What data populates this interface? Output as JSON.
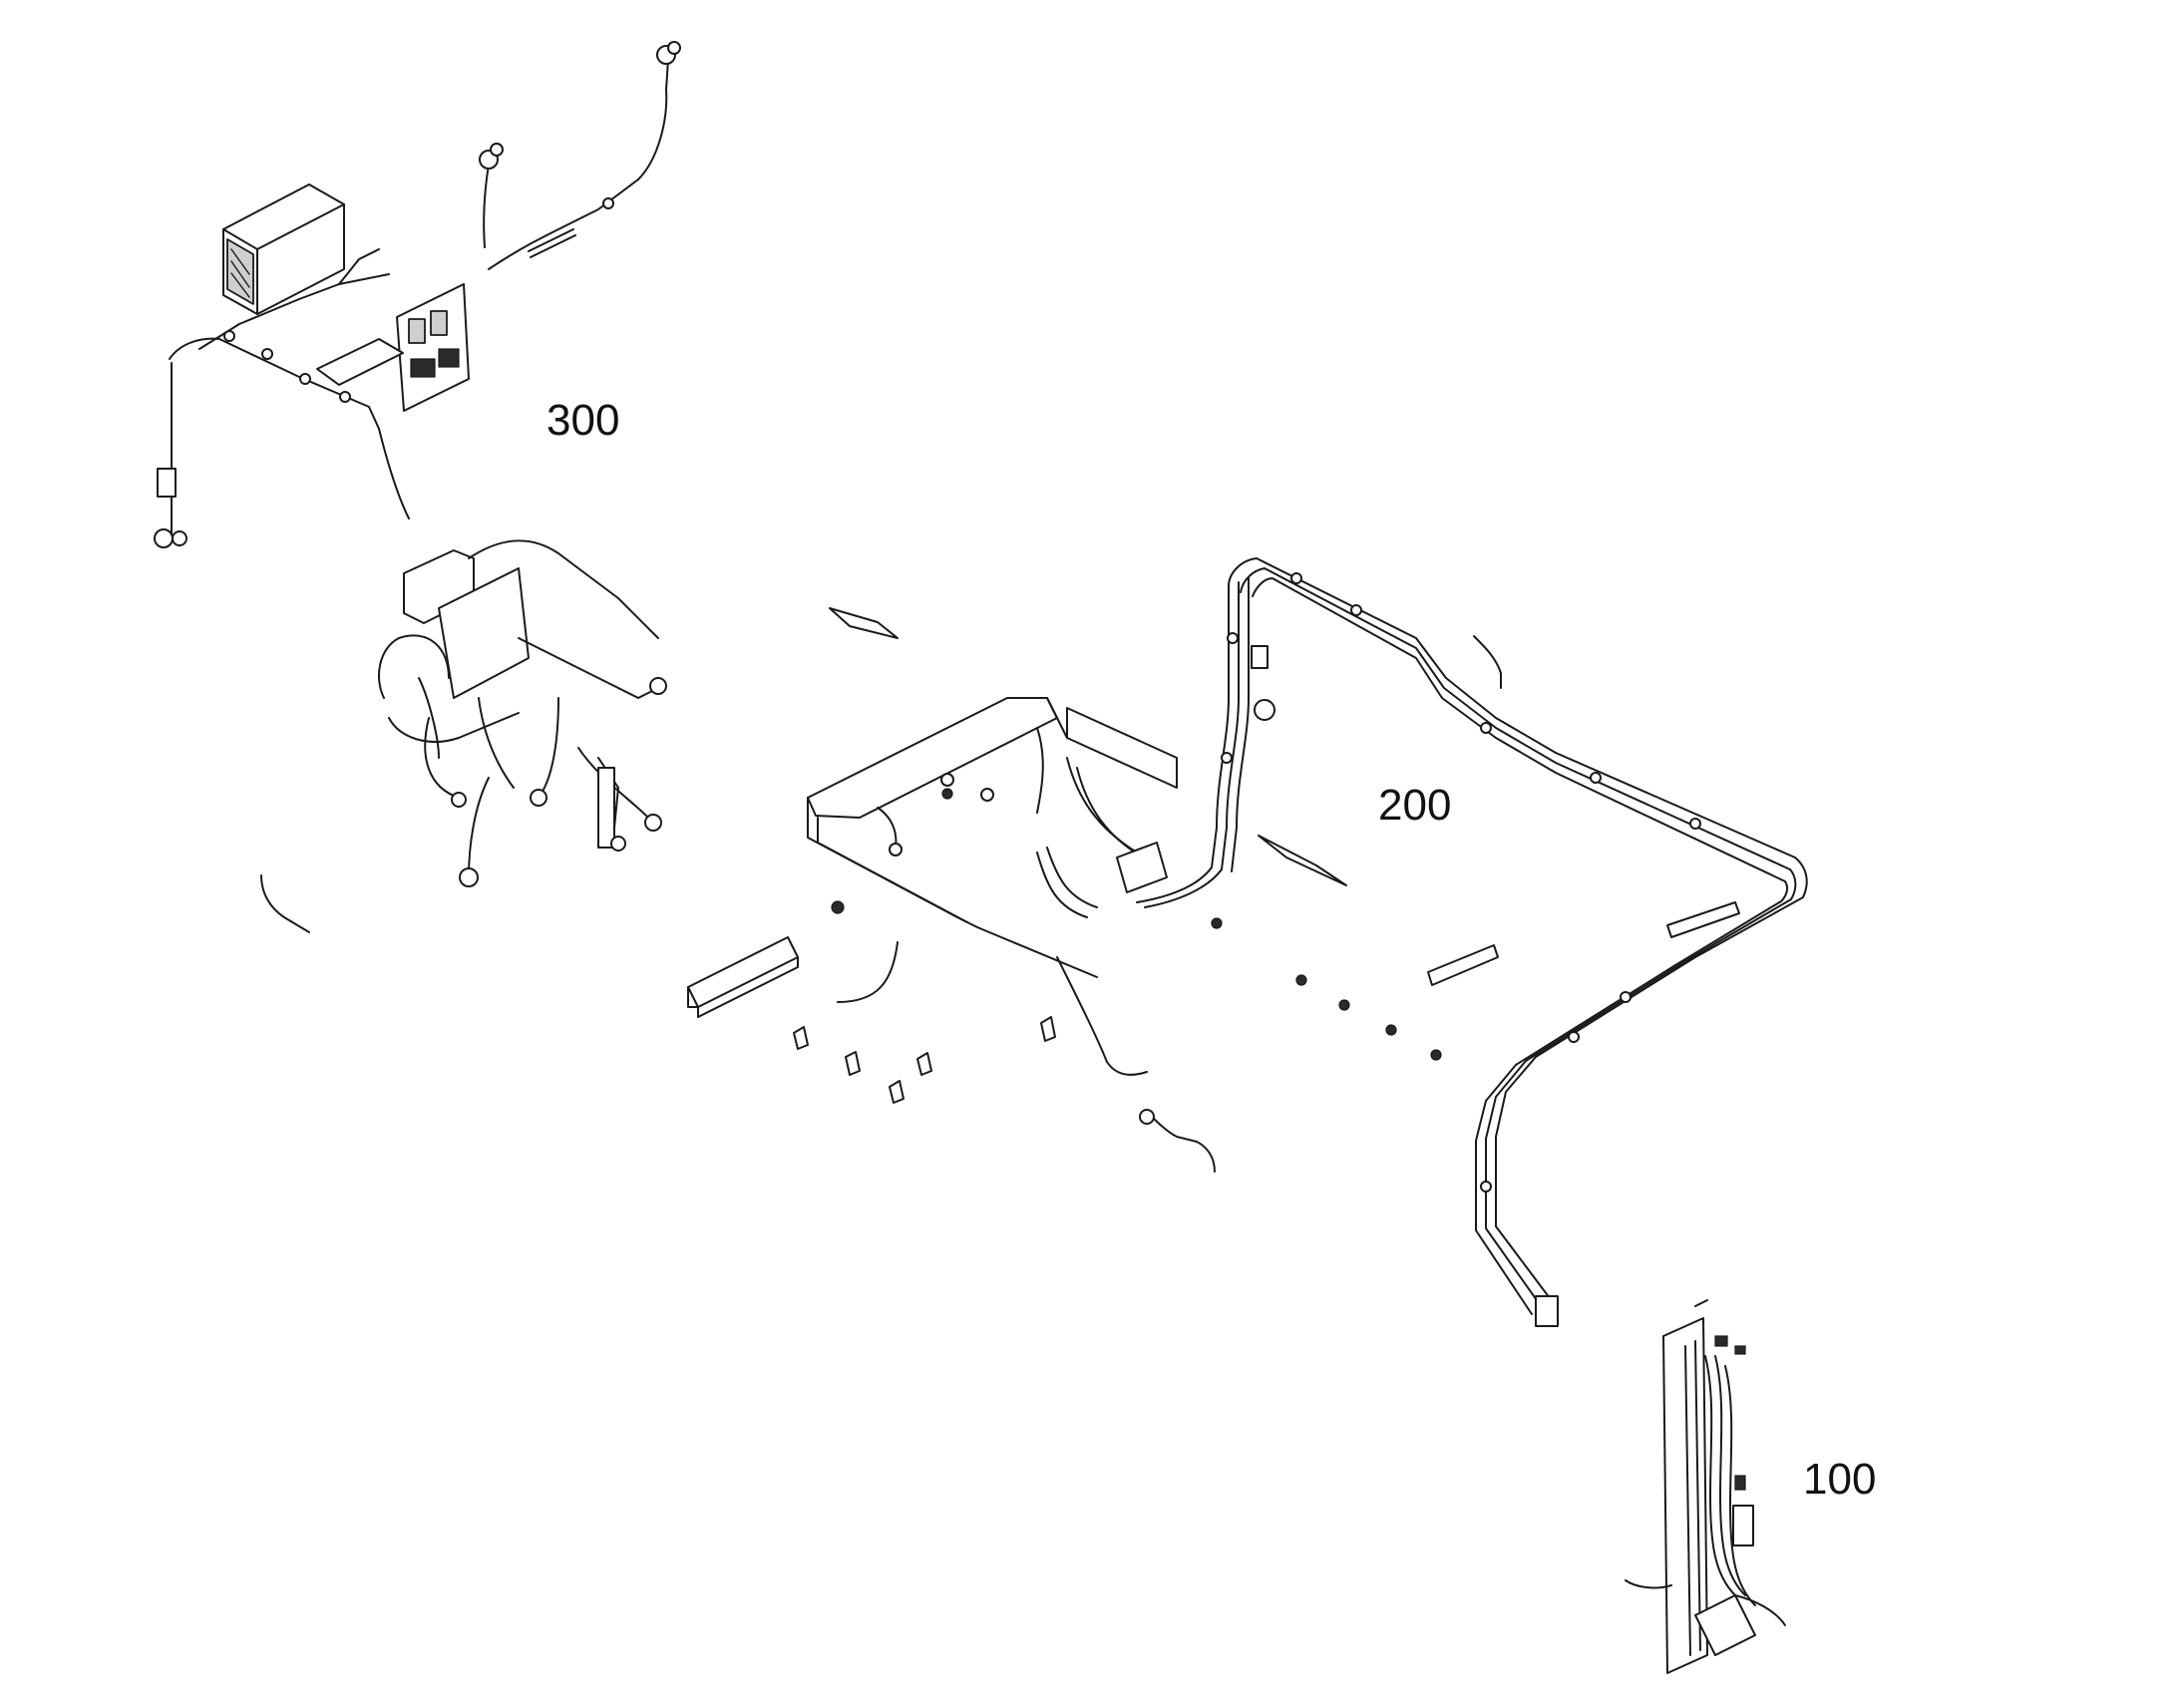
{
  "figure": {
    "labels": {
      "assembly_300": "300",
      "assembly_200": "200",
      "assembly_100": "100"
    }
  }
}
